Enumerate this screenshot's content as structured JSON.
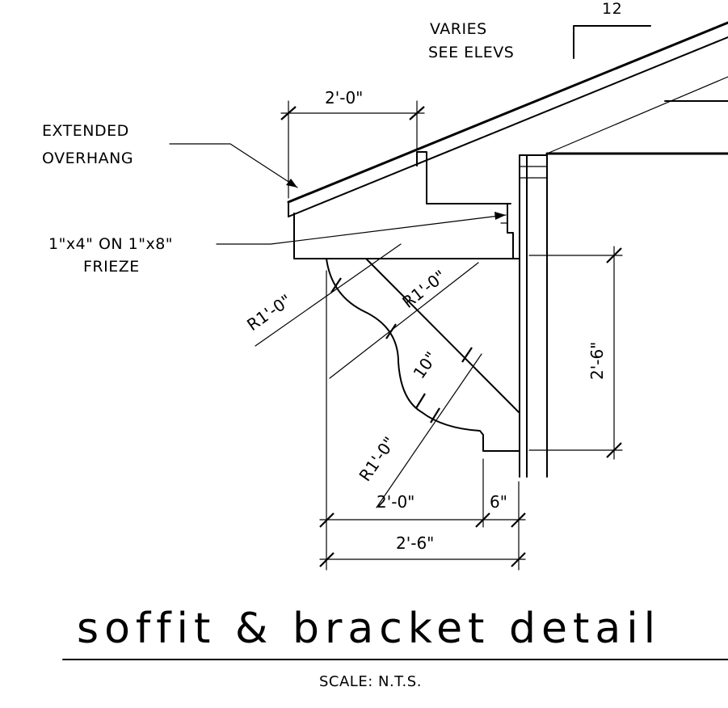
{
  "labels": {
    "varies_line1": "VARIES",
    "varies_line2": "SEE ELEVS",
    "slope_rise": "12",
    "extended_line1": "EXTENDED",
    "extended_line2": "OVERHANG",
    "frieze_line1": "1\"x4\" ON 1\"x8\"",
    "frieze_line2": "FRIEZE"
  },
  "dimensions": {
    "overhang_width": "2'-0\"",
    "bracket_height": "2'-6\"",
    "radius_upper_left": "R1'-0\"",
    "radius_upper_right": "R1'-0\"",
    "radius_lower": "R1'-0\"",
    "depth_10": "10\"",
    "bottom_2_0": "2'-0\"",
    "bottom_6": "6\"",
    "bottom_2_6": "2'-6\""
  },
  "title": {
    "main": "soffit & bracket detail",
    "scale": "SCALE: N.T.S."
  }
}
